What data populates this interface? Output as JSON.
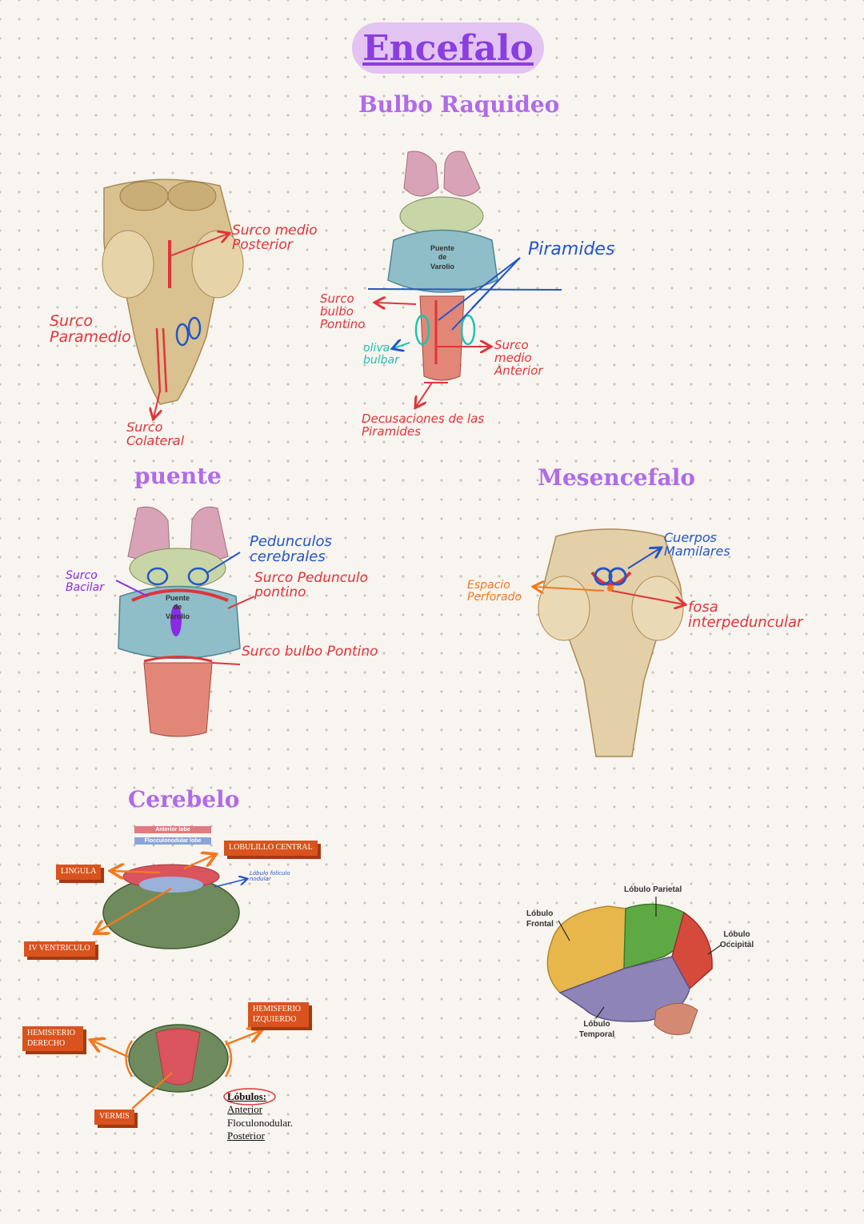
{
  "title": "Encefalo",
  "sections": {
    "bulbo": "Bulbo Raquideo",
    "puente": "puente",
    "mesencefalo": "Mesencefalo",
    "cerebelo": "Cerebelo"
  },
  "posterior_view": {
    "surco_medio_posterior": "Surco medio Posterior",
    "surco_paramedio": "Surco Paramedio",
    "surco_colateral": "Surco Colateral"
  },
  "anterior_view": {
    "puente_label": "Puente de Varolio",
    "piramides": "Piramides",
    "surco_bulbo_pontino": "Surco bulbo Pontino",
    "oliva_bulbar": "oliva bulbar",
    "surco_medio_anterior": "Surco medio Anterior",
    "decusaciones": "Decusaciones de las Piramides"
  },
  "puente_view": {
    "puente_label": "Puente de Varolio",
    "pedunculos": "Pedunculos cerebrales",
    "surco_basilar": "Surco Bacilar",
    "surco_pedunculo": "Surco Pedunculo pontino",
    "surco_bulbo": "Surco bulbo Pontino"
  },
  "mesencefalo_view": {
    "cuerpos": "Cuerpos Mamilares",
    "espacio": "Espacio Perforado",
    "fosa": "fosa interpeduncular"
  },
  "cerebelo_view": {
    "legend_anterior": "Anterior lobe",
    "legend_floculo": "Flocculonodular lobe",
    "lobulillo_central": "LOBULILLO CENTRAL",
    "lingula": "LINGULA",
    "iv_ventriculo": "IV VENTRICULO",
    "lobulo_floculo": "Lóbulo foliculo nodular",
    "hemisferio_derecho": "HEMISFERIO DERECHO",
    "hemisferio_izquierdo": "HEMISFERIO IZQUIERDO",
    "vermis": "VERMIS",
    "lobulos_title": "Lóbulos:",
    "lobulos": [
      "Anterior",
      "Floculonodular.",
      "Posterior"
    ]
  },
  "cerebro": {
    "parietal": "Lóbulo Parietal",
    "frontal": "Lóbulo Frontal",
    "occipital": "Lóbulo Occipital",
    "temporal": "Lóbulo Temporal"
  },
  "colors": {
    "title_bg": "#e3c3f2",
    "title_text": "#8a3ee0",
    "section": "#b06be8",
    "annot_red": "#e0343a",
    "annot_blue": "#2456c4",
    "label_box": "#d9531e"
  }
}
